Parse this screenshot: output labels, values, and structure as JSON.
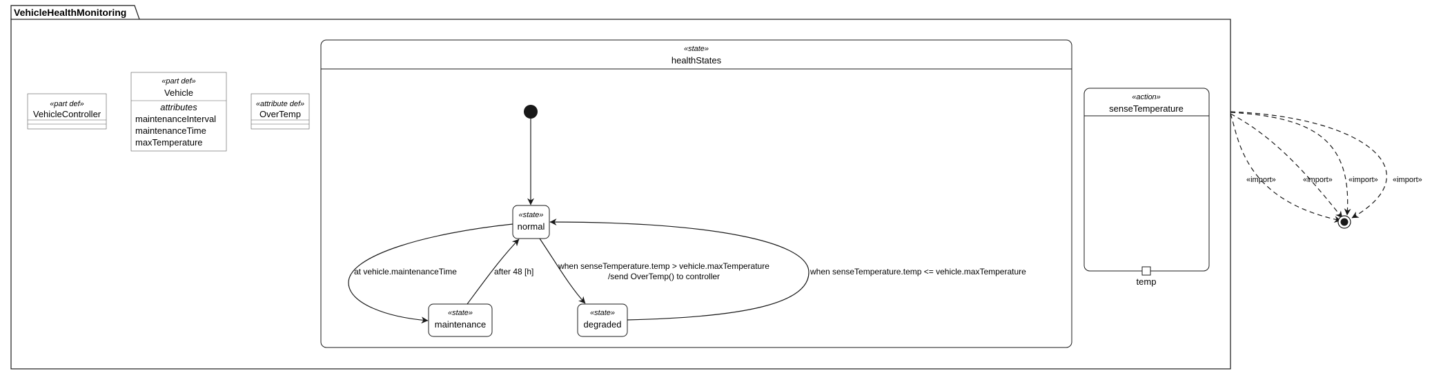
{
  "package": {
    "name": "VehicleHealthMonitoring"
  },
  "defs": [
    {
      "id": "vehicle_controller",
      "stereotype": "«part def»",
      "name": "VehicleController"
    },
    {
      "id": "vehicle",
      "stereotype": "«part def»",
      "name": "Vehicle",
      "compartment_title": "attributes",
      "attributes": [
        "maintenanceInterval",
        "maintenanceTime",
        "maxTemperature"
      ]
    },
    {
      "id": "over_temp",
      "stereotype": "«attribute def»",
      "name": "OverTemp"
    }
  ],
  "state_machine": {
    "stereotype": "«state»",
    "name": "healthStates",
    "states": [
      {
        "id": "normal",
        "stereotype": "«state»",
        "name": "normal"
      },
      {
        "id": "maintenance",
        "stereotype": "«state»",
        "name": "maintenance"
      },
      {
        "id": "degraded",
        "stereotype": "«state»",
        "name": "degraded"
      }
    ],
    "transitions": [
      {
        "id": "normal_to_maintenance",
        "label": "at vehicle.maintenanceTime"
      },
      {
        "id": "maintenance_to_normal",
        "label": "after 48 [h]"
      },
      {
        "id": "normal_to_degraded",
        "label_line1": "when senseTemperature.temp > vehicle.maxTemperature",
        "label_line2": "/send OverTemp() to controller"
      },
      {
        "id": "degraded_to_normal",
        "label": "when senseTemperature.temp <= vehicle.maxTemperature"
      }
    ]
  },
  "action": {
    "stereotype": "«action»",
    "name": "senseTemperature",
    "port": "temp"
  },
  "imports": [
    "«import»",
    "«import»",
    "«import»",
    "«import»"
  ]
}
